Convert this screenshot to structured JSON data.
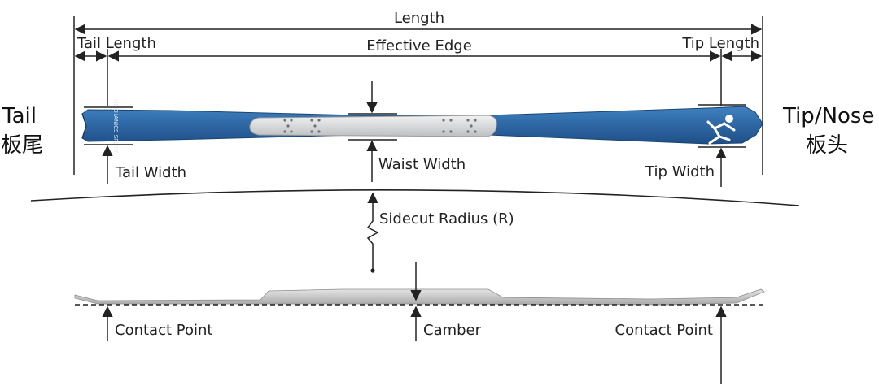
{
  "labels": {
    "length": "Length",
    "tail_length": "Tail Length",
    "effective_edge": "Effective Edge",
    "tip_length": "Tip Length",
    "tail_width": "Tail Width",
    "waist_width": "Waist Width",
    "tip_width": "Tip Width",
    "sidecut_radius": "Sidecut Radius (R)",
    "contact_point_left": "Contact Point",
    "camber": "Camber",
    "contact_point_right": "Contact Point"
  },
  "side_labels": {
    "tail_en": "Tail",
    "tail_zh": "板尾",
    "tip_en": "Tip/Nose",
    "tip_zh": "板头"
  },
  "ski_graphics": {
    "brand_text": "MECHANICS SPORT",
    "ski_color": "#2f6aa8",
    "binding_plate_color": "#d9dadb"
  }
}
